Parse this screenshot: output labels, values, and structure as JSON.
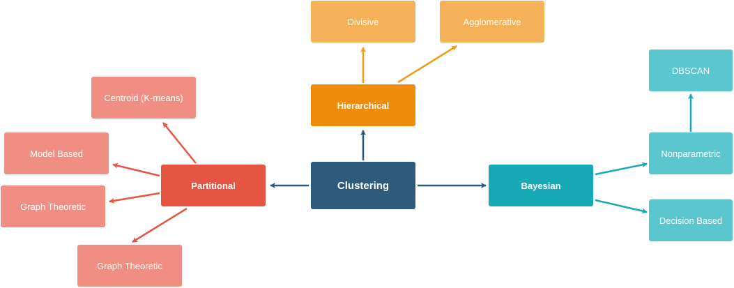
{
  "colors": {
    "root": "#2d5a7b",
    "root_edge": "#2d5a7b",
    "hier": "#ef8b0d",
    "hier_child": "#f5b05a",
    "hier_edge": "#f39c12",
    "part": "#e55541",
    "part_child": "#f08e83",
    "part_edge": "#e55541",
    "bayes": "#17a9b6",
    "bayes_child": "#5cc6cf",
    "bayes_edge": "#17a9b6"
  },
  "nodes": {
    "root": "Clustering",
    "hierarchical": "Hierarchical",
    "divisive": "Divisive",
    "agglomerative": "Agglomerative",
    "partitional": "Partitional",
    "centroid": "Centroid (K-means)",
    "model_based": "Model Based",
    "graph_theoretic_1": "Graph Theoretic",
    "graph_theoretic_2": "Graph Theoretic",
    "bayesian": "Bayesian",
    "nonparametric": "Nonparametric",
    "dbscan": "DBSCAN",
    "decision_based": "Decision Based"
  }
}
